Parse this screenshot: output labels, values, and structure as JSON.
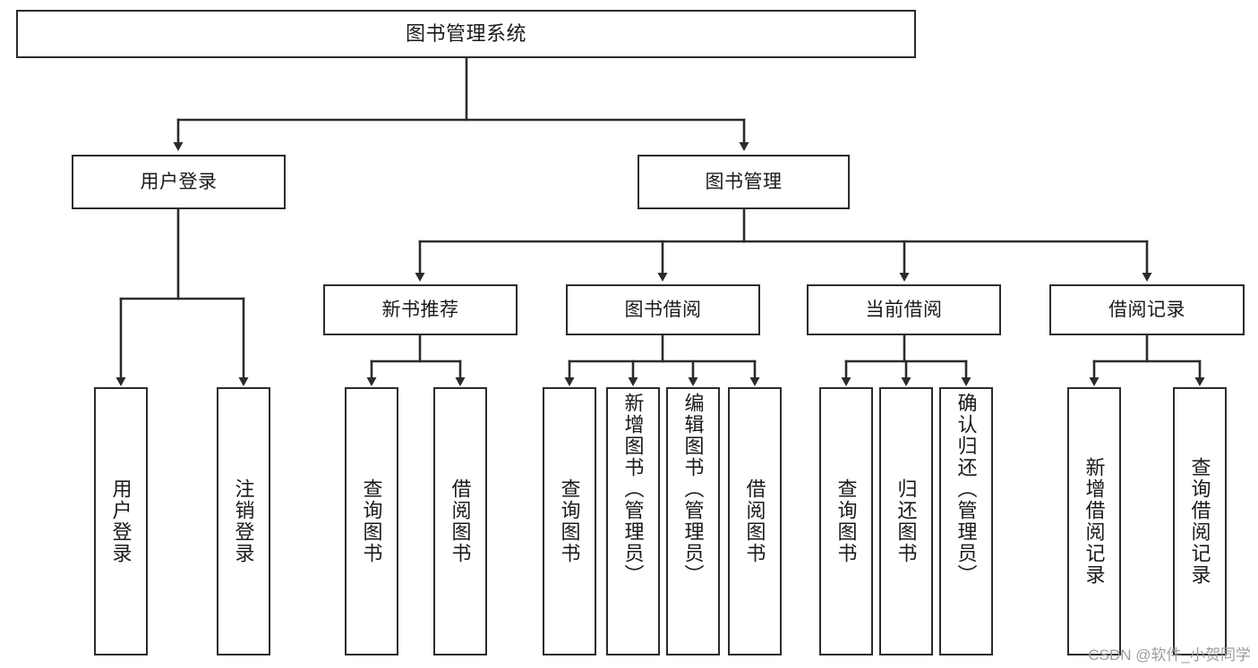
{
  "diagram": {
    "type": "tree-hierarchy",
    "title": "图书管理系统",
    "orientation": "top-down",
    "colors": {
      "stroke": "#2b2b2b",
      "fill": "#ffffff",
      "text": "#1a1a1a",
      "watermark": "#9d9d9d"
    },
    "watermark": "CSDN @软件_小贺同学"
  },
  "nodes": {
    "root": {
      "label": "图书管理系统"
    },
    "level1": [
      {
        "id": "user-login",
        "label": "用户登录"
      },
      {
        "id": "book-manage",
        "label": "图书管理"
      }
    ],
    "level2": [
      {
        "id": "new-book-recommend",
        "label": "新书推荐"
      },
      {
        "id": "book-borrow",
        "label": "图书借阅"
      },
      {
        "id": "current-borrow",
        "label": "当前借阅"
      },
      {
        "id": "borrow-record",
        "label": "借阅记录"
      }
    ],
    "leaves": {
      "user_login": [
        {
          "id": "leaf-user-login",
          "label": "用户登录"
        },
        {
          "id": "leaf-user-logout",
          "label": "注销登录"
        }
      ],
      "new_book_recommend": [
        {
          "id": "leaf-query-book-1",
          "label": "查询图书"
        },
        {
          "id": "leaf-borrow-book-1",
          "label": "借阅图书"
        }
      ],
      "book_borrow": [
        {
          "id": "leaf-query-book-2",
          "label": "查询图书"
        },
        {
          "id": "leaf-add-book",
          "label": "新增图书（管理员）"
        },
        {
          "id": "leaf-edit-book",
          "label": "编辑图书（管理员）"
        },
        {
          "id": "leaf-borrow-book-2",
          "label": "借阅图书"
        }
      ],
      "current_borrow": [
        {
          "id": "leaf-query-book-3",
          "label": "查询图书"
        },
        {
          "id": "leaf-return-book",
          "label": "归还图书"
        },
        {
          "id": "leaf-confirm-return",
          "label": "确认归还（管理员）"
        }
      ],
      "borrow_record": [
        {
          "id": "leaf-add-record",
          "label": "新增借阅记录"
        },
        {
          "id": "leaf-query-record",
          "label": "查询借阅记录"
        }
      ]
    }
  }
}
